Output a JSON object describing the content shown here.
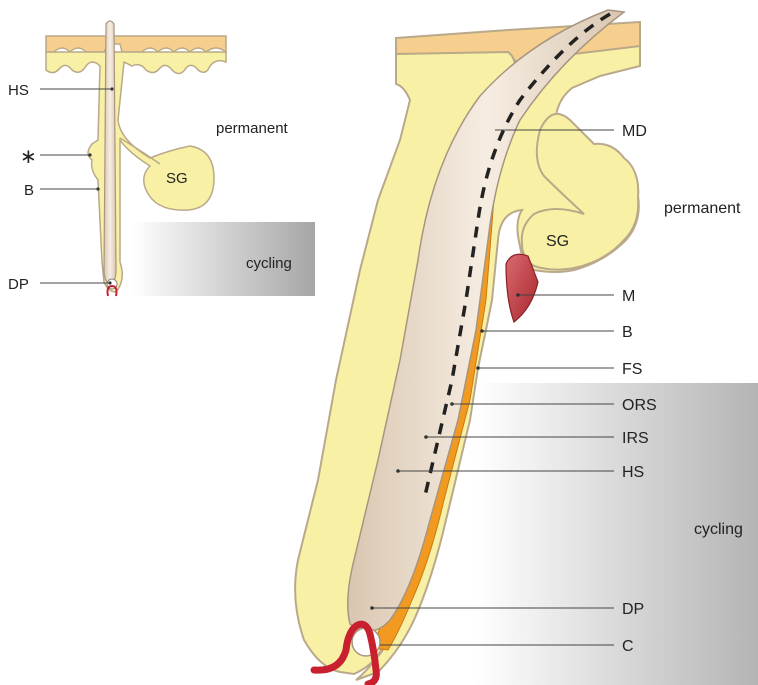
{
  "small_follicle": {
    "labels": {
      "hs": "HS",
      "asterisk": "∗",
      "b": "B",
      "dp": "DP",
      "sg": "SG"
    },
    "zones": {
      "permanent": "permanent",
      "cycling": "cycling"
    }
  },
  "large_follicle": {
    "labels": {
      "md": "MD",
      "sg": "SG",
      "m": "M",
      "b": "B",
      "fs": "FS",
      "ors": "ORS",
      "irs": "IRS",
      "hs": "HS",
      "dp": "DP",
      "c": "C"
    },
    "zones": {
      "permanent": "permanent",
      "cycling": "cycling"
    }
  },
  "colors": {
    "epithelium": "#f8f1a5",
    "epithelium_outline": "#b9a98a",
    "skin_top": "#f6cf8e",
    "hair_shaft": "#eadccb",
    "inner_root_sheath": "#f29a1f",
    "muscle": "#b8343c",
    "capillary": "#c8202e",
    "cycling_zone": "#a6a6a6"
  }
}
